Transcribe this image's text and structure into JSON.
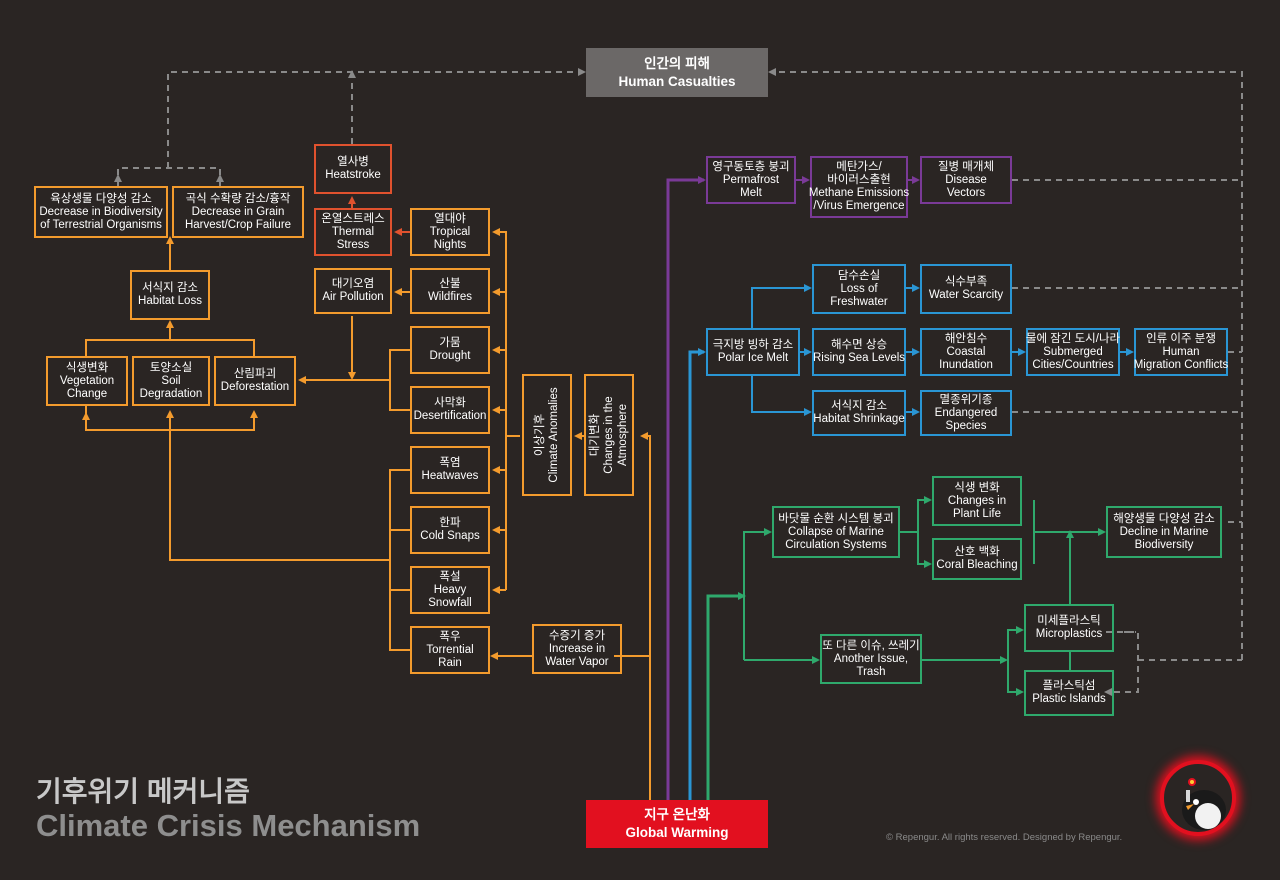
{
  "title": {
    "ko": "기후위기 메커니즘",
    "en": "Climate Crisis Mechanism"
  },
  "copyright": "© Repengur. All rights reserved. Designed by Repengur.",
  "human": {
    "ko": "인간의 피해",
    "en": "Human Casualties"
  },
  "global": {
    "ko": "지구 온난화",
    "en": "Global Warming"
  },
  "colors": {
    "orange": "#f39b2d",
    "red": "#e0522e",
    "purple": "#7a3a97",
    "blue": "#2a96d4",
    "green": "#2fa96c",
    "bg": "#2a2523",
    "gray": "#6b6867",
    "alert": "#e2101f"
  },
  "nodes": {
    "biodiv": {
      "ko": "육상생물 다양성 감소",
      "en1": "Decrease in Biodiversity",
      "en2": "of Terrestrial Organisms"
    },
    "grain": {
      "ko": "곡식 수확량 감소/흉작",
      "en1": "Decrease in Grain",
      "en2": "Harvest/Crop Failure"
    },
    "habitat": {
      "ko": "서식지 감소",
      "en1": "Habitat Loss"
    },
    "veg": {
      "ko": "식생변화",
      "en1": "Vegetation",
      "en2": "Change"
    },
    "soil": {
      "ko": "토양소실",
      "en1": "Soil",
      "en2": "Degradation"
    },
    "defor": {
      "ko": "산림파괴",
      "en1": "Deforestation"
    },
    "heatstroke": {
      "ko": "열사병",
      "en1": "Heatstroke"
    },
    "thermal": {
      "ko": "온열스트레스",
      "en1": "Thermal",
      "en2": "Stress"
    },
    "tropical": {
      "ko": "열대야",
      "en1": "Tropical",
      "en2": "Nights"
    },
    "airpol": {
      "ko": "대기오염",
      "en1": "Air Pollution"
    },
    "wildfire": {
      "ko": "산불",
      "en1": "Wildfires"
    },
    "drought": {
      "ko": "가뭄",
      "en1": "Drought"
    },
    "desert": {
      "ko": "사막화",
      "en1": "Desertification"
    },
    "heatwave": {
      "ko": "폭염",
      "en1": "Heatwaves"
    },
    "cold": {
      "ko": "한파",
      "en1": "Cold Snaps"
    },
    "snow": {
      "ko": "폭설",
      "en1": "Heavy",
      "en2": "Snowfall"
    },
    "rain": {
      "ko": "폭우",
      "en1": "Torrential",
      "en2": "Rain"
    },
    "anomalies": {
      "ko": "이상기후",
      "en1": "Climate Anomalies"
    },
    "atmos": {
      "ko": "대기변화",
      "en1": "Changes in the",
      "en2": "Atmosphere"
    },
    "vapor": {
      "ko": "수증기 증가",
      "en1": "Increase in",
      "en2": "Water Vapor"
    },
    "permafrost": {
      "ko": "영구동토층 붕괴",
      "en1": "Permafrost",
      "en2": "Melt"
    },
    "methane": {
      "ko": "메탄가스/",
      "ko2": "바이러스출현",
      "en1": "Methane Emissions",
      "en2": "/Virus Emergence"
    },
    "disease": {
      "ko": "질병 매개체",
      "en1": "Disease",
      "en2": "Vectors"
    },
    "freshwater": {
      "ko": "담수손실",
      "en1": "Loss of",
      "en2": "Freshwater"
    },
    "scarcity": {
      "ko": "식수부족",
      "en1": "Water Scarcity"
    },
    "polar": {
      "ko": "극지방 빙하 감소",
      "en1": "Polar Ice Melt"
    },
    "sealevel": {
      "ko": "해수면 상승",
      "en1": "Rising Sea Levels"
    },
    "coastal": {
      "ko": "해안침수",
      "en1": "Coastal",
      "en2": "Inundation"
    },
    "submerged": {
      "ko": "물에 잠긴 도시/나라",
      "en1": "Submerged",
      "en2": "Cities/Countries"
    },
    "migration": {
      "ko": "인류 이주 분쟁",
      "en1": "Human",
      "en2": "Migration Conflicts"
    },
    "shrink": {
      "ko": "서식지 감소",
      "en1": "Habitat Shrinkage"
    },
    "endangered": {
      "ko": "멸종위기종",
      "en1": "Endangered",
      "en2": "Species"
    },
    "marinecirc": {
      "ko": "바닷물 순환 시스템 붕괴",
      "en1": "Collapse of Marine",
      "en2": "Circulation Systems"
    },
    "plantlife": {
      "ko": "식생 변화",
      "en1": "Changes in",
      "en2": "Plant Life"
    },
    "coral": {
      "ko": "산호 백화",
      "en1": "Coral Bleaching"
    },
    "marinebio": {
      "ko": "해양생물 다양성 감소",
      "en1": "Decline in Marine",
      "en2": "Biodiversity"
    },
    "trash": {
      "ko": "또 다른 이슈, 쓰레기",
      "en1": "Another Issue,",
      "en2": "Trash"
    },
    "micro": {
      "ko": "미세플라스틱",
      "en1": "Microplastics"
    },
    "islands": {
      "ko": "플라스틱섬",
      "en1": "Plastic Islands"
    }
  }
}
